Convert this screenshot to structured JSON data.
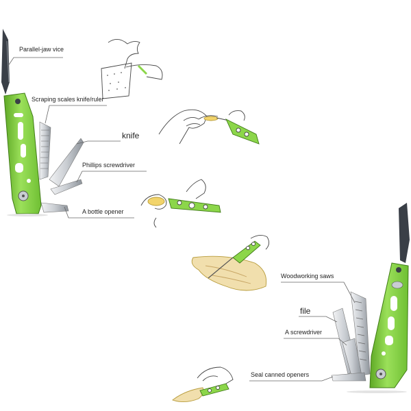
{
  "labels": {
    "parallel_jaw_vice": "Parallel-jaw vice",
    "scaling_knife": "Scraping scales knife/ruler",
    "knife": "knife",
    "phillips": "Phillips screwdriver",
    "bottle_opener": "A bottle opener",
    "wood_saws": "Woodworking saws",
    "file": "file",
    "screwdriver": "A screwdriver",
    "can_opener": "Seal canned openers"
  },
  "colors": {
    "handle_green": "#8cd64a",
    "handle_dark": "#4e8f1f",
    "blade_steel": "#c9cdd2",
    "blade_dark": "#3a3f47",
    "leader_line": "#666666",
    "sketch_line": "#444444",
    "wood": "#e7c98a"
  }
}
